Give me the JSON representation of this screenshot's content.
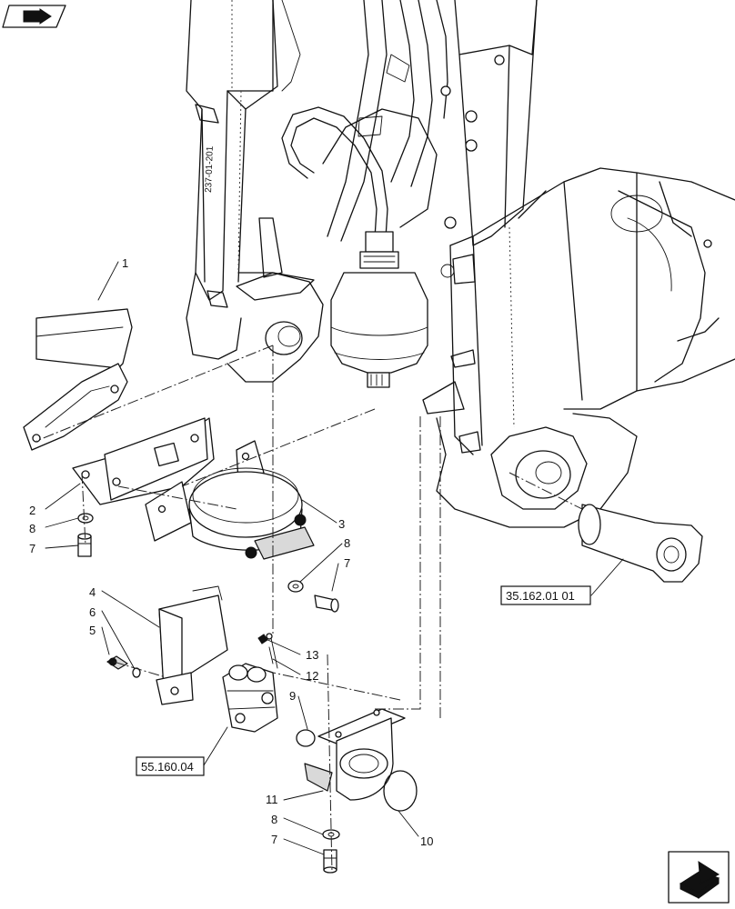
{
  "callouts": [
    {
      "id": "c1",
      "text": "1"
    },
    {
      "id": "c2",
      "text": "2"
    },
    {
      "id": "c3",
      "text": "3"
    },
    {
      "id": "c4",
      "text": "4"
    },
    {
      "id": "c5",
      "text": "5"
    },
    {
      "id": "c6",
      "text": "6"
    },
    {
      "id": "c7a",
      "text": "7"
    },
    {
      "id": "c7b",
      "text": "7"
    },
    {
      "id": "c7c",
      "text": "7"
    },
    {
      "id": "c8a",
      "text": "8"
    },
    {
      "id": "c8b",
      "text": "8"
    },
    {
      "id": "c8c",
      "text": "8"
    },
    {
      "id": "c9",
      "text": "9"
    },
    {
      "id": "c10",
      "text": "10"
    },
    {
      "id": "c11",
      "text": "11"
    },
    {
      "id": "c12",
      "text": "12"
    },
    {
      "id": "c13",
      "text": "13"
    }
  ],
  "references": {
    "hinge_pin": "35.162.01 01",
    "valve": "55.160.04"
  },
  "boom_stamp": "237-01-201",
  "icons": {
    "top_left": "arrow-book-icon",
    "bottom_right": "next-page-arrow-icon"
  }
}
